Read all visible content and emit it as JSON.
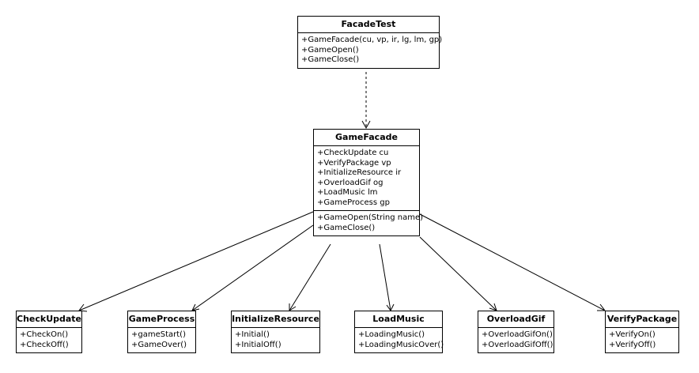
{
  "classes": {
    "facade_test": {
      "name": "FacadeTest",
      "operations": [
        "+GameFacade(cu, vp, ir, lg, lm, gp)",
        "+GameOpen()",
        "+GameClose()"
      ]
    },
    "game_facade": {
      "name": "GameFacade",
      "attributes": [
        "+CheckUpdate cu",
        "+VerifyPackage vp",
        "+InitializeResource ir",
        "+OverloadGif og",
        "+LoadMusic lm",
        "+GameProcess gp"
      ],
      "operations": [
        "+GameOpen(String name)",
        "+GameClose()"
      ]
    },
    "check_update": {
      "name": "CheckUpdate",
      "operations": [
        "+CheckOn()",
        "+CheckOff()"
      ]
    },
    "game_process": {
      "name": "GameProcess",
      "operations": [
        "+gameStart()",
        "+GameOver()"
      ]
    },
    "initialize_resource": {
      "name": "InitializeResource",
      "operations": [
        "+Initial()",
        "+InitialOff()"
      ]
    },
    "load_music": {
      "name": "LoadMusic",
      "operations": [
        "+LoadingMusic()",
        "+LoadingMusicOver()"
      ]
    },
    "overload_gif": {
      "name": "OverloadGif",
      "operations": [
        "+OverloadGifOn()",
        "+OverloadGifOff()"
      ]
    },
    "verify_package": {
      "name": "VerifyPackage",
      "operations": [
        "+VerifyOn()",
        "+VerifyOff()"
      ]
    }
  }
}
